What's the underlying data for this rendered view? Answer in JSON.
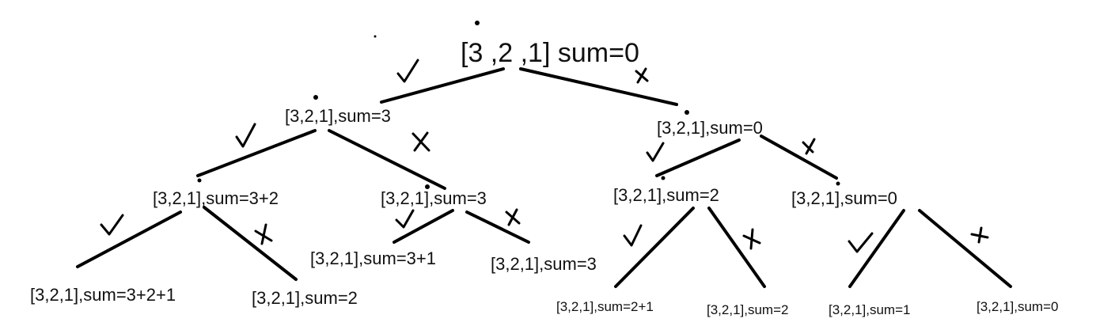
{
  "nodes": {
    "root": "[3 ,2 ,1] sum=0",
    "l1_left": "[3,2,1],sum=3",
    "l1_right": "[3,2,1],sum=0",
    "l2_ll": "[3,2,1],sum=3+2",
    "l2_lr": "[3,2,1],sum=3",
    "l2_rl": "[3,2,1],sum=2",
    "l2_rr": "[3,2,1],sum=0",
    "l3_lll": "[3,2,1],sum=3+2+1",
    "l3_llr": "[3,2,1],sum=2",
    "l3_lrl": "[3,2,1],sum=3+1",
    "l3_lrr": "[3,2,1],sum=3",
    "l3_rll": "[3,2,1],sum=2+1",
    "l3_rlr": "[3,2,1],sum=2",
    "l3_rrl": "[3,2,1],sum=1",
    "l3_rrr": "[3,2,1],sum=0"
  },
  "edge_marks": {
    "include": "check-mark",
    "exclude": "cross-mark"
  }
}
